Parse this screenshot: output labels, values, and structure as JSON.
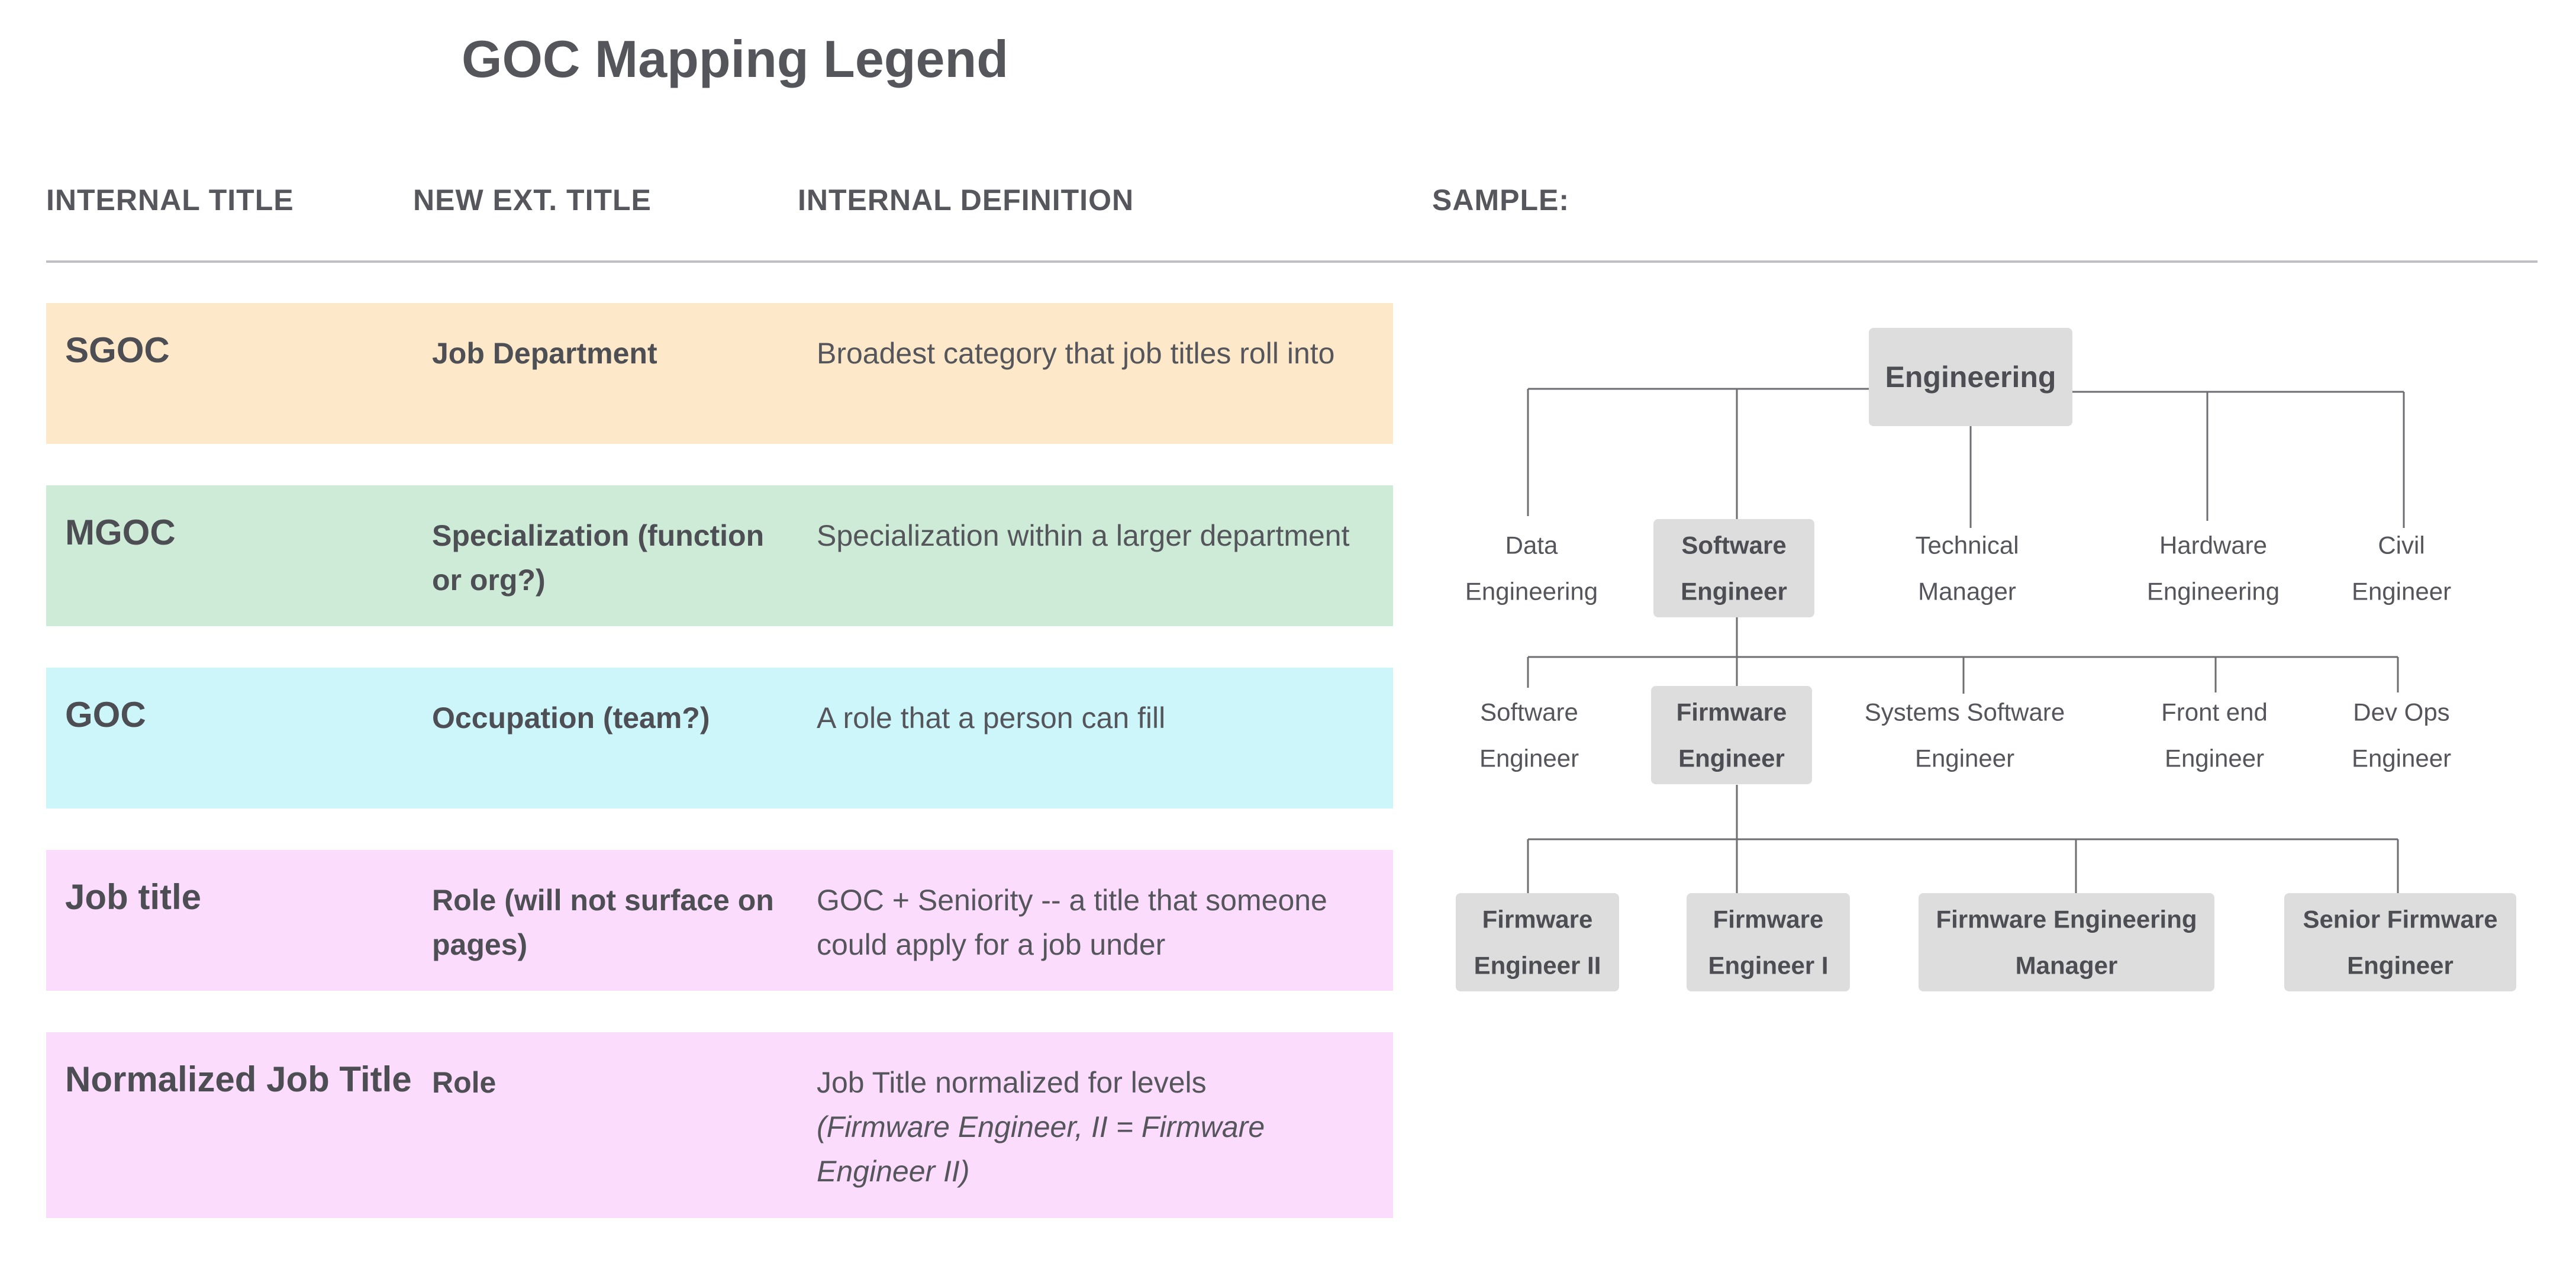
{
  "title": "GOC Mapping Legend",
  "headers": {
    "internal_title": "INTERNAL TITLE",
    "new_ext_title": "NEW EXT. TITLE",
    "internal_definition": "INTERNAL DEFINITION",
    "sample": "SAMPLE:"
  },
  "rows": [
    {
      "internal": "SGOC",
      "ext_title": "Job Department",
      "definition": "Broadest category that job titles roll into",
      "definition_note": "",
      "color": "#fde9c9"
    },
    {
      "internal": "MGOC",
      "ext_title": "Specialization (function or org?)",
      "definition": "Specialization within a larger department",
      "definition_note": "",
      "color": "#cdebd7"
    },
    {
      "internal": "GOC",
      "ext_title": "Occupation (team?)",
      "definition": "A role that a person can fill",
      "definition_note": "",
      "color": "#cdf6fa"
    },
    {
      "internal": "Job title",
      "ext_title": "Role (will not surface on pages)",
      "definition": "GOC + Seniority  -- a title that someone could apply for a job under",
      "definition_note": "",
      "color": "#fcdcfd"
    },
    {
      "internal": "Normalized Job Title",
      "ext_title": "Role",
      "definition": "Job Title normalized for levels",
      "definition_note": "(Firmware Engineer, II = Firmware Engineer II)",
      "color": "#fcdcfd"
    }
  ],
  "diagram": {
    "root": {
      "lines": [
        "Engineering"
      ],
      "highlight": true
    },
    "level1": [
      {
        "lines": [
          "Data",
          "Engineering"
        ],
        "highlight": false
      },
      {
        "lines": [
          "Software",
          "Engineer"
        ],
        "highlight": true
      },
      {
        "lines": [
          "Technical",
          "Manager"
        ],
        "highlight": false
      },
      {
        "lines": [
          "Hardware",
          "Engineering"
        ],
        "highlight": false
      },
      {
        "lines": [
          "Civil",
          "Engineer"
        ],
        "highlight": false
      }
    ],
    "level2": [
      {
        "lines": [
          "Software",
          "Engineer"
        ],
        "highlight": false
      },
      {
        "lines": [
          "Firmware",
          "Engineer"
        ],
        "highlight": true
      },
      {
        "lines": [
          "Systems Software",
          "Engineer"
        ],
        "highlight": false
      },
      {
        "lines": [
          "Front end",
          "Engineer"
        ],
        "highlight": false
      },
      {
        "lines": [
          "Dev Ops",
          "Engineer"
        ],
        "highlight": false
      }
    ],
    "level3": [
      {
        "lines": [
          "Firmware",
          "Engineer II"
        ],
        "highlight": true
      },
      {
        "lines": [
          "Firmware",
          "Engineer I"
        ],
        "highlight": true
      },
      {
        "lines": [
          "Firmware Engineering",
          "Manager"
        ],
        "highlight": true
      },
      {
        "lines": [
          "Senior Firmware",
          "Engineer"
        ],
        "highlight": true
      }
    ]
  }
}
